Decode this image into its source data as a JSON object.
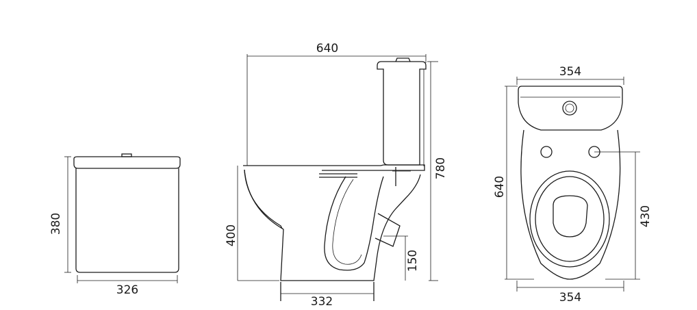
{
  "drawing": {
    "tank_view": {
      "height_label": "380",
      "width_label": "326"
    },
    "side_view": {
      "total_width_label": "640",
      "total_height_label": "780",
      "seat_height_label": "400",
      "outlet_height_label": "150",
      "base_depth_label": "332"
    },
    "top_view": {
      "width_top_label": "354",
      "width_bottom_label": "354",
      "depth_label": "640",
      "seat_distance_label": "430"
    }
  },
  "colors": {
    "line": "#1a1a1a",
    "background": "#ffffff"
  }
}
